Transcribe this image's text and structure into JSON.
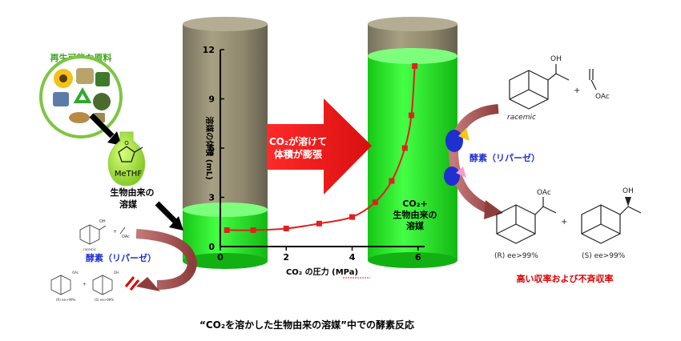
{
  "biomass": {
    "title": "再生可能な原料"
  },
  "methf": {
    "label": "MeTHF"
  },
  "left_solvent": {
    "line1": "生物由来の",
    "line2": "溶媒"
  },
  "left_enzyme": {
    "label": "酵素（リパーゼ）"
  },
  "mini": {
    "racemic": "racemic",
    "r_ee": "(R) ee>99%",
    "s_ee": "(S) ee>99%",
    "oac": "OAc",
    "oh": "OH"
  },
  "arrow_text": {
    "line1": "CO₂が溶けて",
    "line2": "体積が膨張"
  },
  "right_solvent": {
    "line1": "CO₂+",
    "line2": "生物由来の",
    "line3": "溶媒"
  },
  "right_enzyme": {
    "label": "酵素（リパーゼ）"
  },
  "reaction": {
    "oh": "OH",
    "oac": "OAc",
    "plus": "+",
    "racemic": "racemic",
    "r_ee": "(R) ee>99%",
    "s_ee": "(S) ee>99%"
  },
  "result": {
    "label": "高い収率および不斉収率"
  },
  "caption": {
    "text": "“CO₂を溶かした生物由来の溶媒”中での酵素反応"
  },
  "colors": {
    "cylinder_gray": "#8c8468",
    "liquid_green": "#33ff33",
    "curve_red": "#e02020",
    "big_arrow": "#ee1111",
    "result_red": "#e00000",
    "enzyme_blue": "#1f2fd0"
  },
  "chart_data": {
    "type": "scatter",
    "xlabel": "CO₂ の圧力 (MPa)",
    "ylabel": "溶媒の体積 (mL)",
    "x_ticks": [
      "0",
      "2",
      "4",
      "6"
    ],
    "y_ticks": [
      "0",
      "3",
      "6",
      "9",
      "12"
    ],
    "xlim": [
      0,
      6.2
    ],
    "ylim": [
      0,
      12
    ],
    "series": [
      {
        "x": [
          0.2,
          1.0,
          2.0,
          3.0,
          4.0,
          4.7,
          5.2,
          5.6,
          5.8,
          5.9
        ],
        "y": [
          1.0,
          1.0,
          1.1,
          1.4,
          1.8,
          2.7,
          4.0,
          6.0,
          8.0,
          11.0
        ]
      }
    ],
    "fit_curve": true,
    "grid": false
  }
}
